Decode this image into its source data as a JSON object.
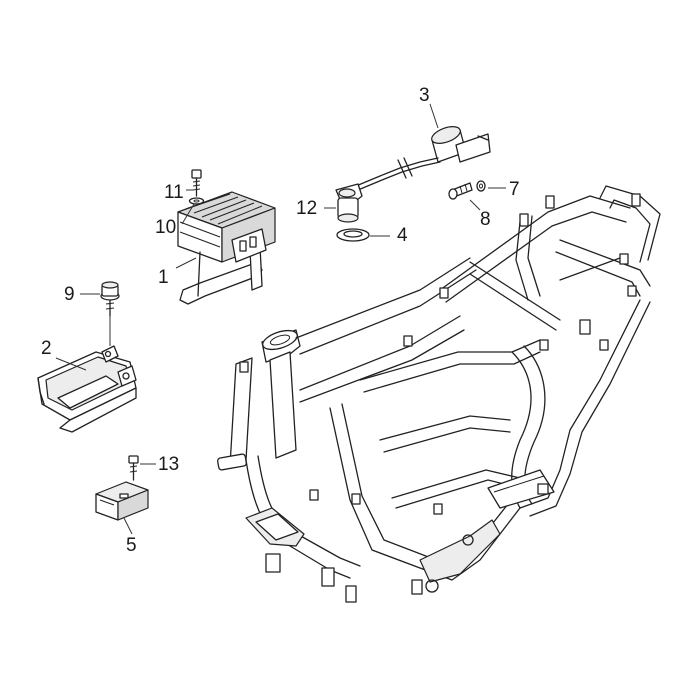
{
  "callouts": [
    {
      "id": "1",
      "text": "1"
    },
    {
      "id": "2",
      "text": "2"
    },
    {
      "id": "3",
      "text": "3"
    },
    {
      "id": "4",
      "text": "4"
    },
    {
      "id": "5",
      "text": "5"
    },
    {
      "id": "7",
      "text": "7"
    },
    {
      "id": "8",
      "text": "8"
    },
    {
      "id": "9",
      "text": "9"
    },
    {
      "id": "10",
      "text": "10"
    },
    {
      "id": "11",
      "text": "11"
    },
    {
      "id": "12",
      "text": "12"
    },
    {
      "id": "13",
      "text": "13"
    }
  ],
  "colors": {
    "line": "#222222",
    "background": "#ffffff",
    "shade": "#d9d9d9"
  }
}
